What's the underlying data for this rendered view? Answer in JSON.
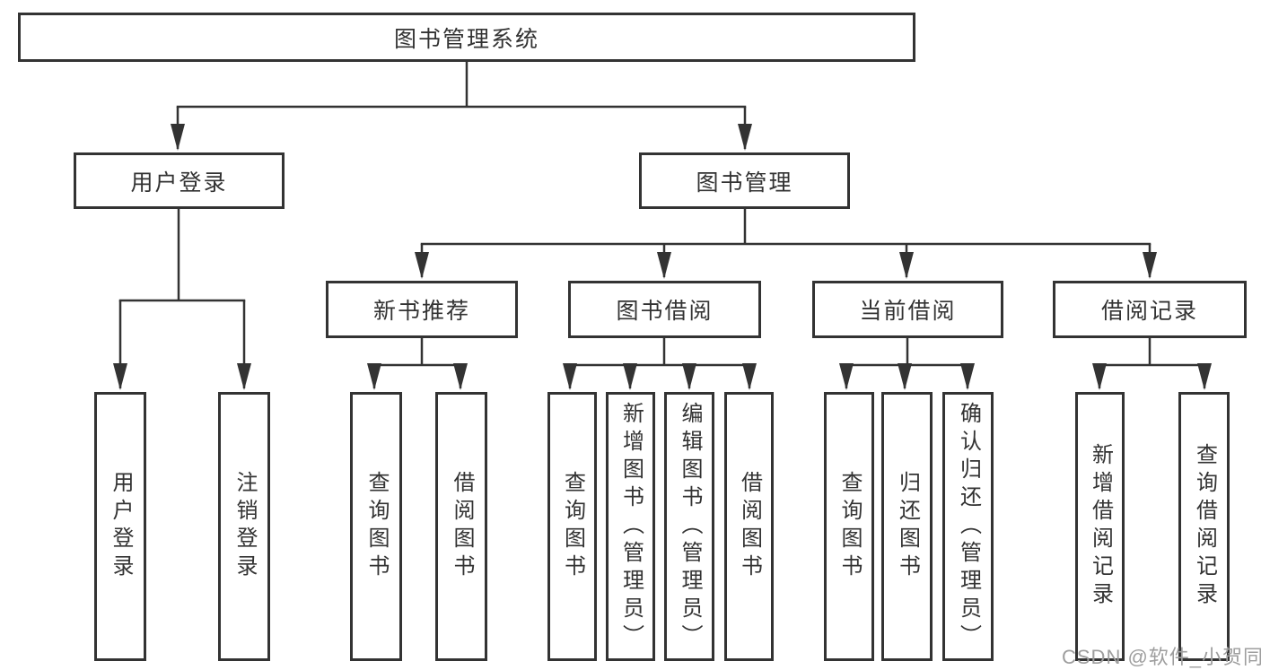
{
  "diagram": {
    "root": {
      "label": "图书管理系统"
    },
    "user_login": {
      "label": "用户登录",
      "children": [
        {
          "label": "用户登录"
        },
        {
          "label": "注销登录"
        }
      ]
    },
    "book_mgmt": {
      "label": "图书管理",
      "sections": [
        {
          "label": "新书推荐",
          "children": [
            {
              "label": "查询图书"
            },
            {
              "label": "借阅图书"
            }
          ]
        },
        {
          "label": "图书借阅",
          "children": [
            {
              "label": "查询图书"
            },
            {
              "label": "新增图书（管理员）"
            },
            {
              "label": "编辑图书（管理员）"
            },
            {
              "label": "借阅图书"
            }
          ]
        },
        {
          "label": "当前借阅",
          "children": [
            {
              "label": "查询图书"
            },
            {
              "label": "归还图书"
            },
            {
              "label": "确认归还（管理员）"
            }
          ]
        },
        {
          "label": "借阅记录",
          "children": [
            {
              "label": "新增借阅记录"
            },
            {
              "label": "查询借阅记录"
            }
          ]
        }
      ]
    }
  },
  "watermark": {
    "text": "CSDN @软件_小贺同学"
  },
  "colors": {
    "box_border": "#333333",
    "text": "#333333",
    "connector": "#333333",
    "watermark": "#9e9e9e",
    "background": "#ffffff"
  }
}
